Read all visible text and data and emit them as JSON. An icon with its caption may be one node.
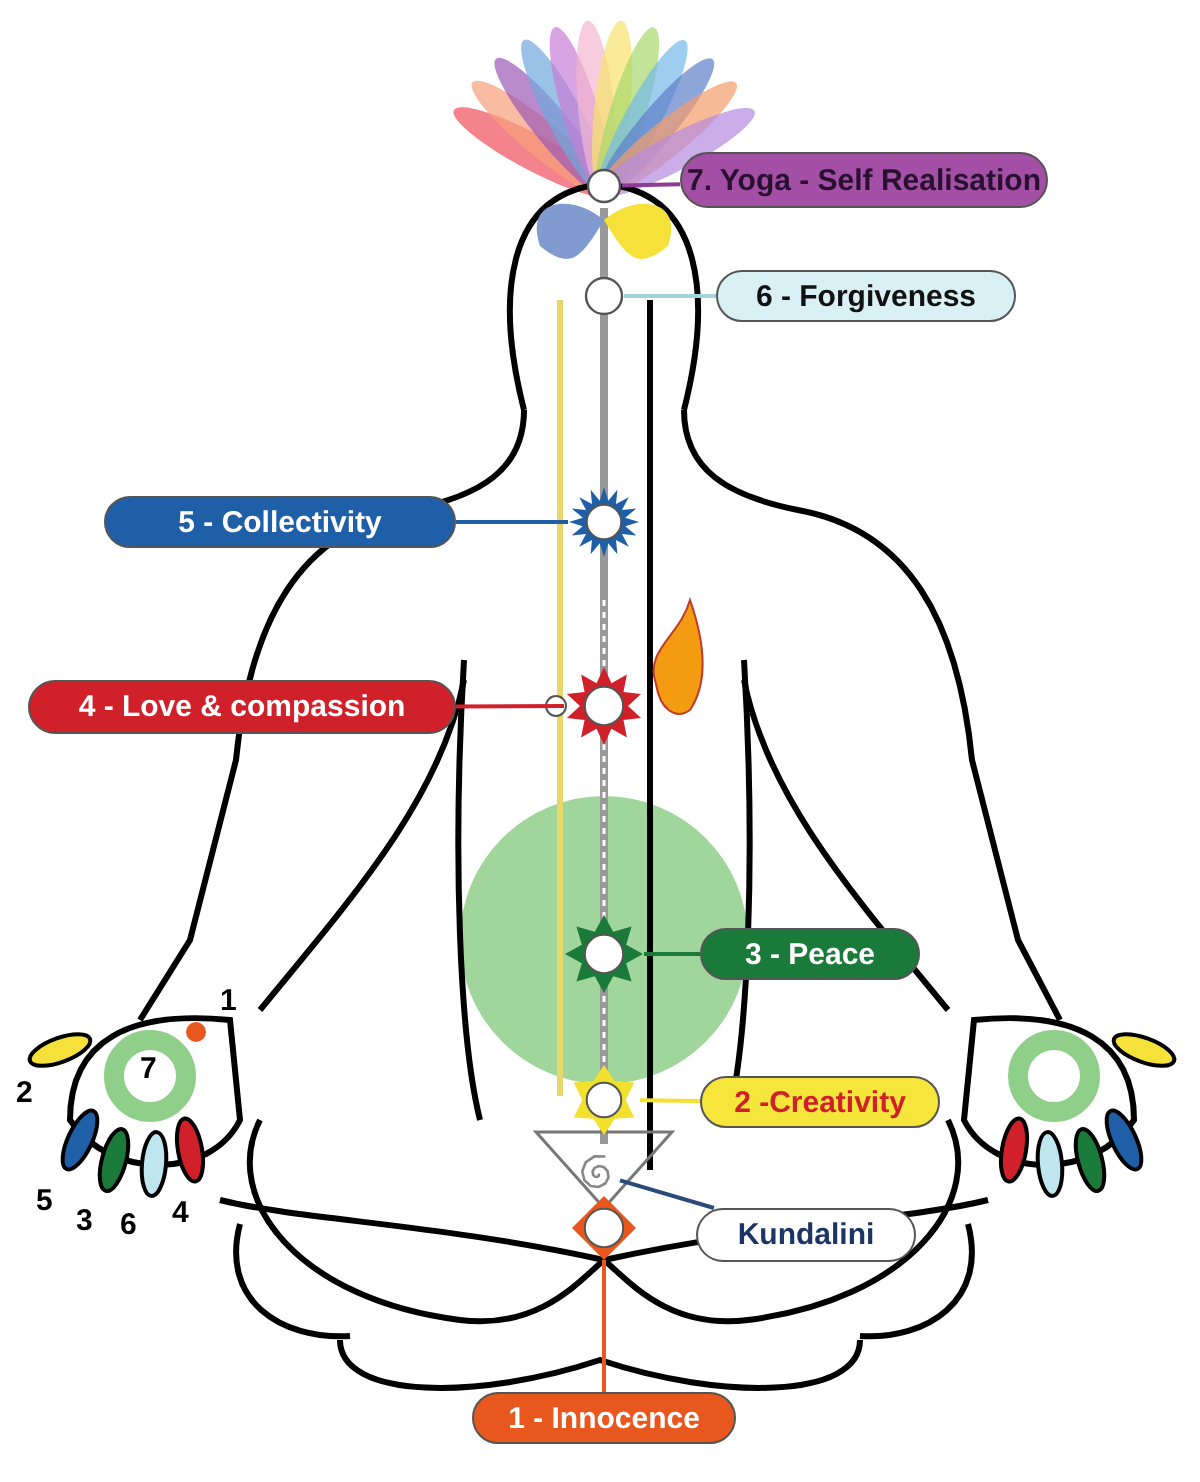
{
  "diagram": {
    "nodes": [
      {
        "text": [
          "7. Yoga - Self Realisation"
        ]
      },
      {
        "text": [],
        "shape": "circle"
      },
      {
        "text": [
          "6 - Forgiveness"
        ]
      },
      {
        "text": [],
        "shape": "circle"
      },
      {
        "text": [
          "5  - Collectivity"
        ]
      },
      {
        "text": [],
        "shape": "star"
      },
      {
        "text": [
          "4 - Love & compassion"
        ]
      },
      {
        "text": [],
        "shape": "star"
      },
      {
        "text": [
          "3 - Peace"
        ]
      },
      {
        "text": [],
        "shape": "star"
      },
      {
        "text": [
          "2 -Creativity"
        ]
      },
      {
        "text": [],
        "shape": "star"
      },
      {
        "text": [
          "Kundalini"
        ]
      },
      {
        "text": [],
        "shape": "spiral"
      },
      {
        "text": [
          "1 - Innocence"
        ]
      },
      {
        "text": [],
        "shape": "diamond"
      }
    ],
    "edges": [
      {
        "from": 0,
        "to": 1,
        "arrow": "none",
        "color": "#8e3b91"
      },
      {
        "from": 2,
        "to": 3,
        "arrow": "none",
        "color": "#9fd4dc"
      },
      {
        "from": 4,
        "to": 5,
        "arrow": "none",
        "color": "#1f5fa8"
      },
      {
        "from": 6,
        "to": 7,
        "arrow": "none",
        "color": "#d0202a"
      },
      {
        "from": 8,
        "to": 9,
        "arrow": "none",
        "color": "#1a7a3a"
      },
      {
        "from": 10,
        "to": 11,
        "arrow": "none",
        "color": "#f2e12e"
      },
      {
        "from": 12,
        "to": 13,
        "arrow": "none",
        "color": "#2a4a7a"
      },
      {
        "from": 14,
        "to": 15,
        "arrow": "none",
        "color": "#e8581e"
      }
    ],
    "labels": [
      "1",
      "7",
      "2",
      "5",
      "3",
      "6",
      "4"
    ]
  }
}
